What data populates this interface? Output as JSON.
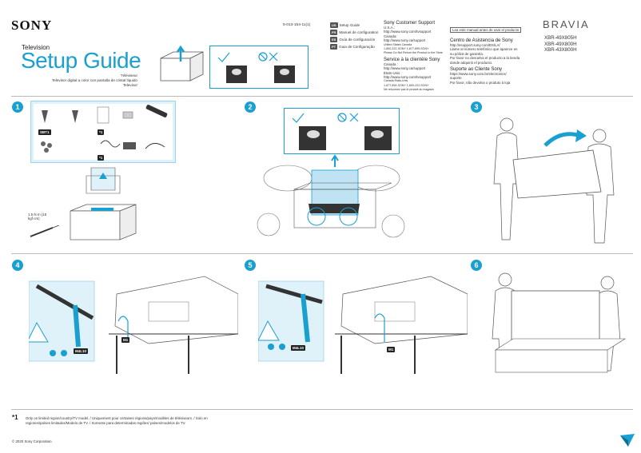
{
  "brand": "SONY",
  "doc_type": "Television",
  "title": "Setup Guide",
  "subtitle_lines": [
    "Téléviseur",
    "Televisor digital a color con pantalla de cristal líquido",
    "Televisor"
  ],
  "part_number": "5-013-154-11(1)",
  "languages": [
    {
      "code": "US",
      "label": "Setup Guide"
    },
    {
      "code": "FR",
      "label": "Manuel de configuration"
    },
    {
      "code": "ES",
      "label": "Guía de configuración"
    },
    {
      "code": "PT",
      "label": "Guia de Configuração"
    }
  ],
  "support": {
    "sony_support_heading": "Sony Customer Support",
    "us_label": "U.S.A.:",
    "us_url": "http://www.sony.com/tvsupport",
    "canada_label": "Canada:",
    "canada_url": "http://www.sony.ca/support",
    "phones_label": "United States   Canada",
    "phones": "1-800-222-SONY       1-877-899-SONY",
    "return_note": "Please Do Not Return the Product to the Store",
    "fr_heading": "Service à la clientèle Sony",
    "fr_canada_label": "Canada :",
    "fr_canada_url": "http://www.sony.ca/support",
    "fr_us_label": "États-Unis :",
    "fr_us_url": "http://www.sony.com/tvsupport",
    "fr_phones_label": "Canada        États-Unis",
    "fr_phones": "1-877-899-SONY   1-800-222-SONY",
    "fr_return_note": "Ne retournez pas le produit au magasin",
    "read_first": "Lea este manual antes de usar el producto",
    "es_heading": "Centro de Asistencia de Sony",
    "es_url": "http://esupport.sony.com/ES/LA/",
    "es_line1": "Llame al número telefónico que aparece en",
    "es_line2": "su póliza de garantía.",
    "es_line3": "Por favor no devuelva el producto a la tienda",
    "es_line4": "donde adquirió el producto.",
    "pt_heading": "Suporte ao Cliente Sony",
    "pt_url1": "https://www.sony.com.br/electronics/",
    "pt_url2": "suporte",
    "pt_note": "Por favor, não devolva o produto à loja"
  },
  "logo_model": "BRAVIA",
  "models": [
    "XBR-49X805H",
    "XBR-49X800H",
    "XBR-43X800H"
  ],
  "steps": [
    "1",
    "2",
    "3",
    "4",
    "5",
    "6"
  ],
  "step1": {
    "badges": [
      "SBT1",
      "",
      "*1",
      "",
      "",
      "*1"
    ],
    "torque": "1.5 N·m (15 kgf·cm)"
  },
  "step4": {
    "screw": "M4L10",
    "tag": "M1"
  },
  "step5": {
    "screw": "M4L10",
    "tag": "M1"
  },
  "footnote_mark": "*1",
  "footnote": "Only on limited region/country/TV model. / Uniquement pour certaines régions/pays/modèles de téléviseurs. / Solo en regiones/países limitados/Modelo de TV. / Somente para determinadas regiões/ países/modelos de TV.",
  "copyright": "© 2020 Sony Corporation"
}
